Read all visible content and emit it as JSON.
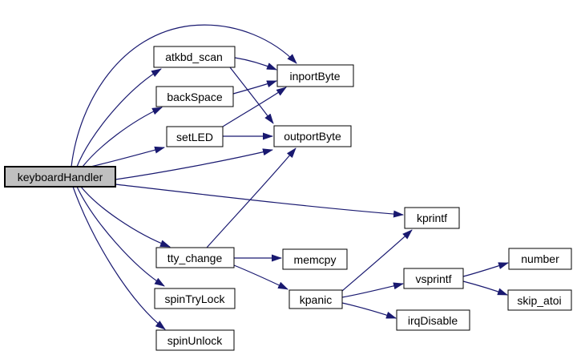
{
  "diagram": {
    "kind": "function-call-graph",
    "root": "keyboardHandler",
    "nodes": [
      {
        "id": "keyboardHandler",
        "label": "keyboardHandler"
      },
      {
        "id": "atkbd_scan",
        "label": "atkbd_scan"
      },
      {
        "id": "backSpace",
        "label": "backSpace"
      },
      {
        "id": "setLED",
        "label": "setLED"
      },
      {
        "id": "inportByte",
        "label": "inportByte"
      },
      {
        "id": "outportByte",
        "label": "outportByte"
      },
      {
        "id": "tty_change",
        "label": "tty_change"
      },
      {
        "id": "memcpy",
        "label": "memcpy"
      },
      {
        "id": "spinTryLock",
        "label": "spinTryLock"
      },
      {
        "id": "spinUnlock",
        "label": "spinUnlock"
      },
      {
        "id": "kpanic",
        "label": "kpanic"
      },
      {
        "id": "kprintf",
        "label": "kprintf"
      },
      {
        "id": "vsprintf",
        "label": "vsprintf"
      },
      {
        "id": "irqDisable",
        "label": "irqDisable"
      },
      {
        "id": "number",
        "label": "number"
      },
      {
        "id": "skip_atoi",
        "label": "skip_atoi"
      }
    ],
    "edges": [
      {
        "from": "keyboardHandler",
        "to": "atkbd_scan"
      },
      {
        "from": "keyboardHandler",
        "to": "backSpace"
      },
      {
        "from": "keyboardHandler",
        "to": "setLED"
      },
      {
        "from": "keyboardHandler",
        "to": "inportByte"
      },
      {
        "from": "keyboardHandler",
        "to": "outportByte"
      },
      {
        "from": "keyboardHandler",
        "to": "kprintf"
      },
      {
        "from": "keyboardHandler",
        "to": "tty_change"
      },
      {
        "from": "keyboardHandler",
        "to": "spinTryLock"
      },
      {
        "from": "keyboardHandler",
        "to": "spinUnlock"
      },
      {
        "from": "atkbd_scan",
        "to": "inportByte"
      },
      {
        "from": "atkbd_scan",
        "to": "outportByte"
      },
      {
        "from": "backSpace",
        "to": "inportByte"
      },
      {
        "from": "setLED",
        "to": "inportByte"
      },
      {
        "from": "setLED",
        "to": "outportByte"
      },
      {
        "from": "tty_change",
        "to": "outportByte"
      },
      {
        "from": "tty_change",
        "to": "memcpy"
      },
      {
        "from": "tty_change",
        "to": "kpanic"
      },
      {
        "from": "kpanic",
        "to": "kprintf"
      },
      {
        "from": "kpanic",
        "to": "vsprintf"
      },
      {
        "from": "kpanic",
        "to": "irqDisable"
      },
      {
        "from": "vsprintf",
        "to": "number"
      },
      {
        "from": "vsprintf",
        "to": "skip_atoi"
      }
    ]
  },
  "colors": {
    "edge_color": "#191970",
    "node_fill": "#ffffff",
    "node_border": "#000000",
    "root_fill": "#c0c0c0",
    "text_color": "#000000",
    "background": "#ffffff"
  }
}
